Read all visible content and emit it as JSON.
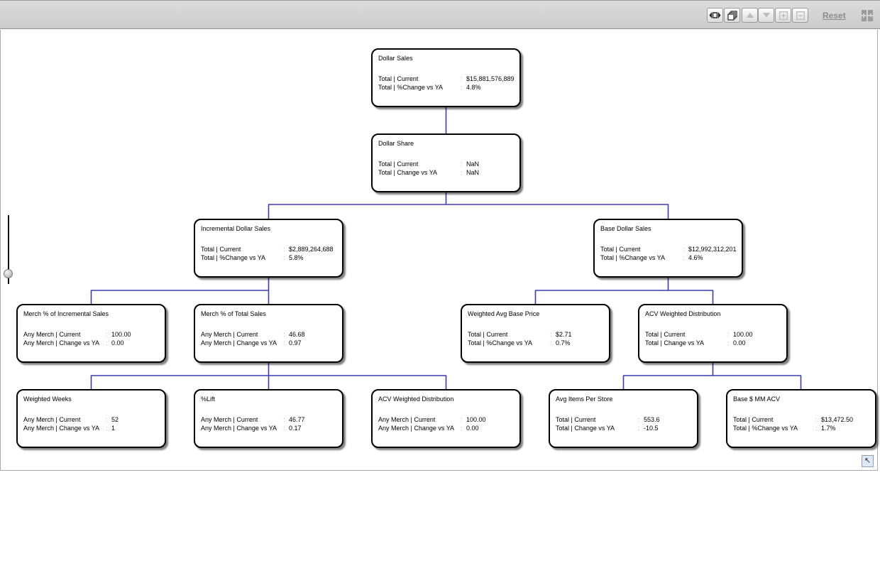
{
  "ui": {
    "colon": ":",
    "back_arrow_glyph": "↖"
  },
  "colors": {
    "connector": "#3b3bb2",
    "node_border": "#000000",
    "toolbar_bg": "#d4d4d4",
    "reset_text": "#8c8c8c"
  },
  "toolbar": {
    "reset_label": "Reset",
    "icons": [
      {
        "name": "fit-width-icon",
        "enabled": true
      },
      {
        "name": "layers-icon",
        "enabled": true
      },
      {
        "name": "collapse-up-icon",
        "enabled": false
      },
      {
        "name": "expand-down-icon",
        "enabled": false
      },
      {
        "name": "zoom-in-box-icon",
        "enabled": false
      },
      {
        "name": "zoom-out-box-icon",
        "enabled": false
      },
      {
        "name": "four-squares-icon",
        "enabled": true
      }
    ]
  },
  "tree": {
    "nodes": [
      {
        "id": "dollar-sales",
        "title": "Dollar Sales",
        "metrics": [
          {
            "label": "Total | Current",
            "value": "$15,881,576,889"
          },
          {
            "label": "Total | %Change vs YA",
            "value": "4.8%"
          }
        ]
      },
      {
        "id": "dollar-share",
        "title": "Dollar Share",
        "metrics": [
          {
            "label": "Total | Current",
            "value": "NaN"
          },
          {
            "label": "Total | Change vs YA",
            "value": "NaN"
          }
        ]
      },
      {
        "id": "incremental-dollar-sales",
        "title": "Incremental Dollar Sales",
        "metrics": [
          {
            "label": "Total | Current",
            "value": "$2,889,264,688"
          },
          {
            "label": "Total | %Change vs YA",
            "value": "5.8%"
          }
        ]
      },
      {
        "id": "base-dollar-sales",
        "title": "Base Dollar Sales",
        "metrics": [
          {
            "label": "Total | Current",
            "value": "$12,992,312,201"
          },
          {
            "label": "Total | %Change vs YA",
            "value": "4.6%"
          }
        ]
      },
      {
        "id": "merch-pct-of-incremental-sales",
        "title": "Merch % of Incremental Sales",
        "metrics": [
          {
            "label": "Any Merch | Current",
            "value": "100.00"
          },
          {
            "label": "Any Merch | Change vs YA",
            "value": "0.00"
          }
        ]
      },
      {
        "id": "merch-pct-of-total-sales",
        "title": "Merch % of Total Sales",
        "metrics": [
          {
            "label": "Any Merch | Current",
            "value": "46.68"
          },
          {
            "label": "Any Merch | Change vs YA",
            "value": "0.97"
          }
        ]
      },
      {
        "id": "weighted-avg-base-price",
        "title": "Weighted Avg Base Price",
        "metrics": [
          {
            "label": "Total | Current",
            "value": "$2.71"
          },
          {
            "label": "Total | %Change vs YA",
            "value": "0.7%"
          }
        ]
      },
      {
        "id": "acv-weighted-distribution",
        "title": "ACV Weighted Distribution",
        "metrics": [
          {
            "label": "Total | Current",
            "value": "100.00"
          },
          {
            "label": "Total | Change vs YA",
            "value": "0.00"
          }
        ]
      },
      {
        "id": "weighted-weeks",
        "title": "Weighted Weeks",
        "metrics": [
          {
            "label": "Any Merch | Current",
            "value": "52"
          },
          {
            "label": "Any Merch | Change vs YA",
            "value": "1"
          }
        ]
      },
      {
        "id": "pct-lift",
        "title": "%Lift",
        "metrics": [
          {
            "label": "Any Merch | Current",
            "value": "46.77"
          },
          {
            "label": "Any Merch | Change vs YA",
            "value": "0.17"
          }
        ]
      },
      {
        "id": "acv-weighted-distribution-bottom",
        "title": "ACV Weighted Distribution",
        "metrics": [
          {
            "label": "Any Merch | Current",
            "value": "100.00"
          },
          {
            "label": "Any Merch | Change vs YA",
            "value": "0.00"
          }
        ]
      },
      {
        "id": "avg-items-per-store",
        "title": "Avg Items Per Store",
        "metrics": [
          {
            "label": "Total | Current",
            "value": "553.6"
          },
          {
            "label": "Total | Change vs YA",
            "value": "-10.5"
          }
        ]
      },
      {
        "id": "base-mm-acv",
        "title": "Base $ MM ACV",
        "metrics": [
          {
            "label": "Total | Current",
            "value": "$13,472.50"
          },
          {
            "label": "Total | %Change vs YA",
            "value": "1.7%"
          }
        ]
      }
    ]
  }
}
